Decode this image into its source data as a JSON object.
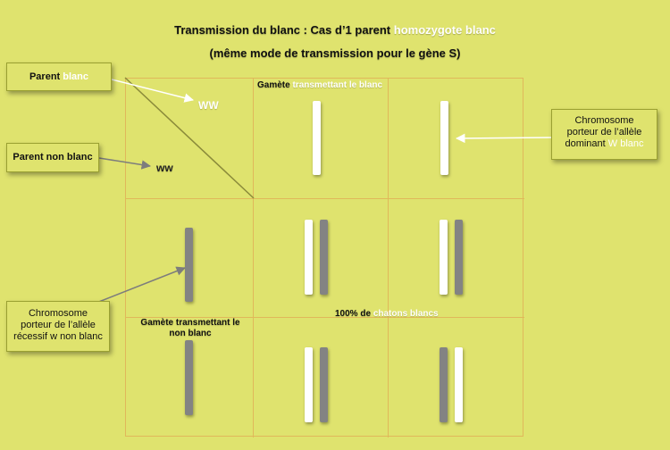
{
  "title": {
    "line1_part1": "Transmission  du blanc : Cas d’1 parent ",
    "line1_highlight": "homozygote blanc",
    "line2": "(même mode de transmission pour le gène S)"
  },
  "callouts": {
    "parent_blanc": {
      "prefix": "Parent ",
      "highlight": "blanc"
    },
    "parent_non_blanc": "Parent non blanc",
    "chrom_dominant": {
      "line1": "Chromosome",
      "line2": "porteur de l’allèle",
      "line3_prefix": "dominant ",
      "line3_highlight": "W blanc"
    },
    "chrom_recessif": {
      "line1": "Chromosome",
      "line2": "porteur de l’allèle",
      "line3": "récessif w non blanc"
    }
  },
  "grid": {
    "corner_upper": "WW",
    "corner_lower": "ww",
    "gamete_top_prefix": "Gamète ",
    "gamete_top_highlight": "transmettant le blanc",
    "gamete_left_line1": "Gamète transmettant le",
    "gamete_left_line2": "non blanc",
    "result_prefix": "100% de ",
    "result_highlight": "chatons blancs"
  },
  "colors": {
    "background": "#dfe36e",
    "dominant_white": "#ffffff",
    "recessive_gray": "#838383",
    "grid_line": "#e0b85a",
    "arrow": "#8a8a8a"
  }
}
